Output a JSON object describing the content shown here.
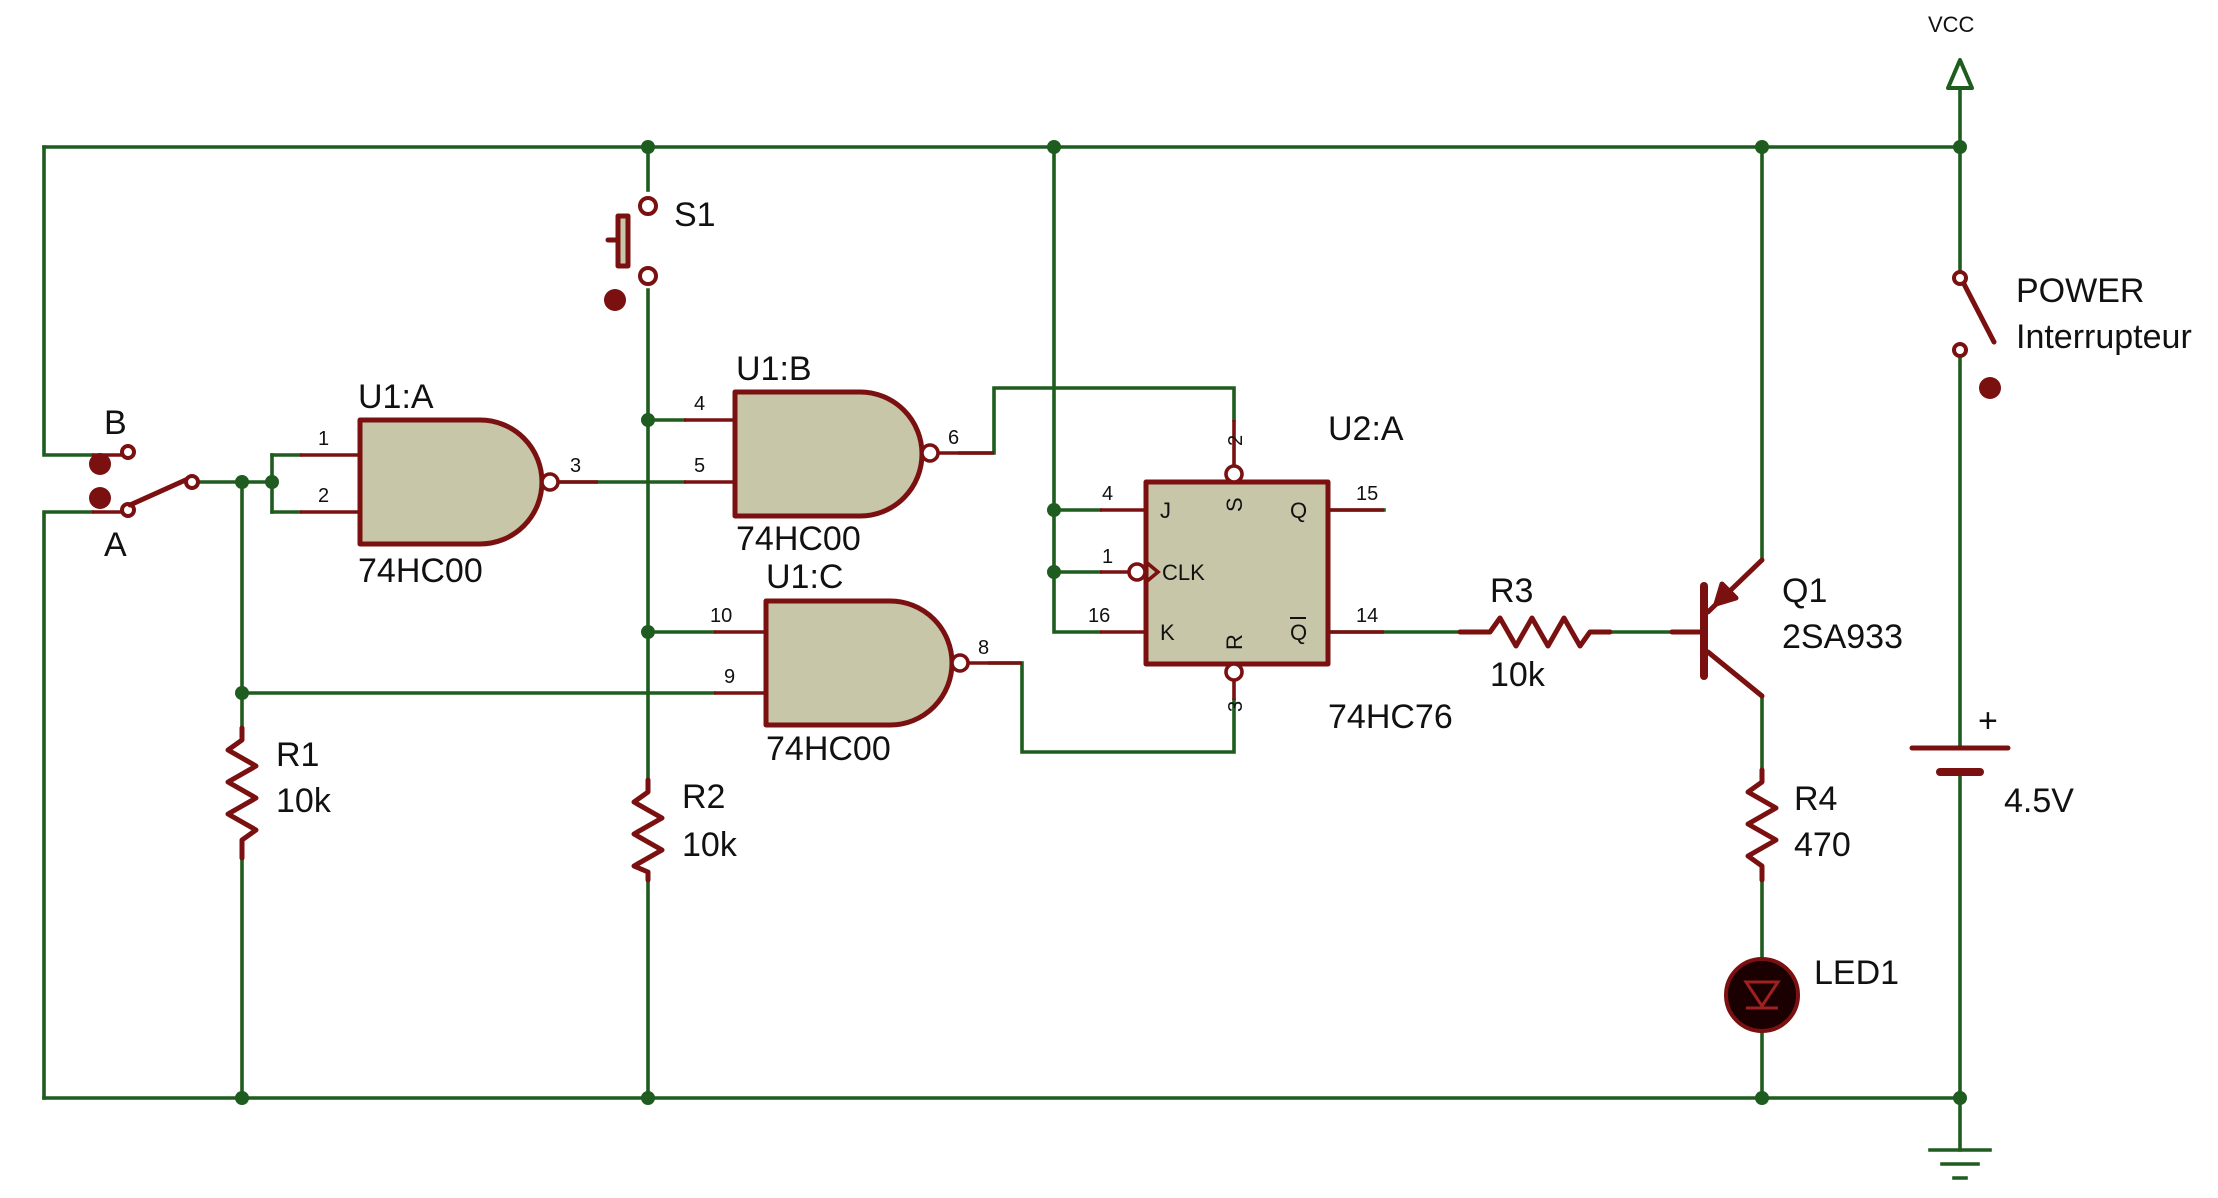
{
  "labels": {
    "vcc": "VCC",
    "s1": "S1",
    "switch_b": "B",
    "switch_a": "A",
    "u1a_ref": "U1:A",
    "u1a_part": "74HC00",
    "u1b_ref": "U1:B",
    "u1b_part": "74HC00",
    "u1c_ref": "U1:C",
    "u1c_part": "74HC00",
    "u2a_ref": "U2:A",
    "u2a_part": "74HC76",
    "r1_ref": "R1",
    "r1_val": "10k",
    "r2_ref": "R2",
    "r2_val": "10k",
    "r3_ref": "R3",
    "r3_val": "10k",
    "r4_ref": "R4",
    "r4_val": "470",
    "q1_ref": "Q1",
    "q1_part": "2SA933",
    "led1_ref": "LED1",
    "power_ref": "POWER",
    "power_desc": "Interrupteur",
    "battery_plus": "+",
    "battery_val": "4.5V"
  },
  "pins": {
    "u1a_in1": "1",
    "u1a_in2": "2",
    "u1a_out": "3",
    "u1b_in1": "4",
    "u1b_in2": "5",
    "u1b_out": "6",
    "u1c_in1": "10",
    "u1c_in2": "9",
    "u1c_out": "8",
    "u2_j": "4",
    "u2_clk": "1",
    "u2_k": "16",
    "u2_s": "2",
    "u2_r": "3",
    "u2_q": "15",
    "u2_qbar": "14",
    "u2_j_name": "J",
    "u2_clk_name": "CLK",
    "u2_k_name": "K",
    "u2_s_name": "S",
    "u2_r_name": "R",
    "u2_q_name": "Q",
    "u2_qbar_name": "Q"
  },
  "colors": {
    "wire": "#1f5c1f",
    "component": "#7a1010",
    "gate_body": "#c8c6a8"
  }
}
